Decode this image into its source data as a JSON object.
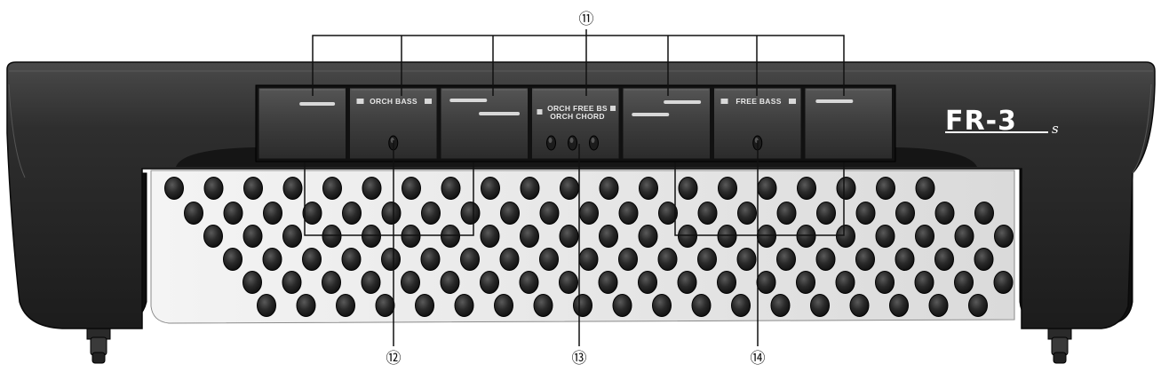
{
  "diagram": {
    "logo": {
      "main": "FR-3",
      "suffix": "s"
    },
    "register_labels": {
      "orch_bass": "ORCH BASS",
      "orch_free_bs": "ORCH FREE BS",
      "orch_chord": "ORCH CHORD",
      "free_bass": "FREE BASS"
    },
    "callouts": {
      "c11": "⑪",
      "c12": "⑫",
      "c13": "⑬",
      "c14": "⑭"
    },
    "colors": {
      "body": "#2c2c2c",
      "body_edge": "#0e0e0e",
      "switch": "#3f3f3f",
      "grille": "#e6e6e6",
      "button": "#1f1f1f",
      "line": "#111111"
    },
    "register_switch_count": 7
  }
}
